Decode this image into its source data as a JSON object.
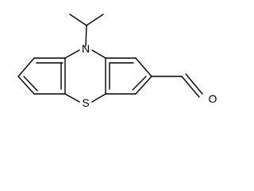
{
  "molecule": {
    "atoms": {
      "nitrogen": "N",
      "sulfur": "S",
      "oxygen": "O"
    }
  }
}
